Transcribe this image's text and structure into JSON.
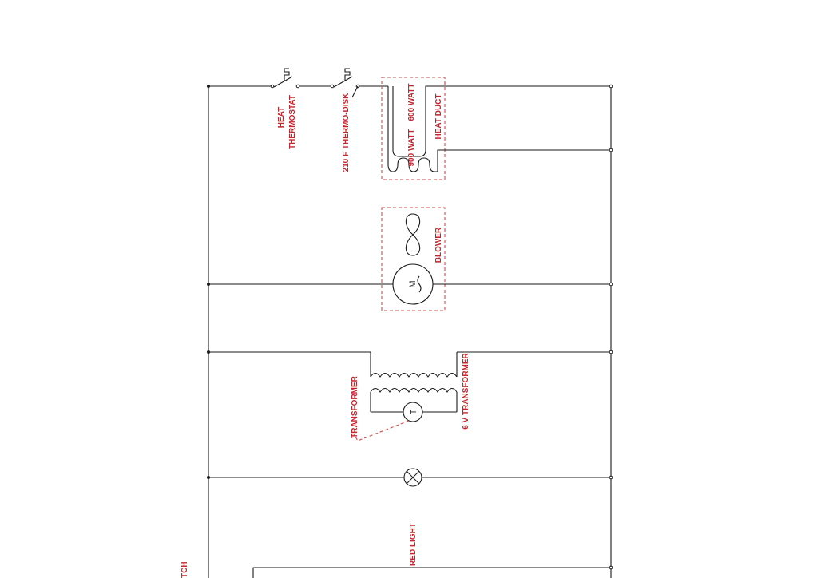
{
  "labels": {
    "heat_thermostat_line1": "HEAT",
    "heat_thermostat_line2": "THERMOSTAT",
    "thermo_disk": "210 F THERMO-DISK",
    "watt_600": "600 WATT",
    "watt_900": "900 WATT",
    "heat_duct": "HEAT DUCT",
    "blower": "BLOWER",
    "motor_symbol": "M",
    "transformer": "TRANSFORMER",
    "transformer_6v": "6 V TRANSFORMER",
    "thermal_symbol": "T",
    "red_light": "RED LIGHT",
    "switch_partial": "TCH"
  },
  "colors": {
    "wire": "#1a1a1a",
    "label_red": "#c8252c",
    "dashed_box": "#d44a4a",
    "background": "#ffffff"
  }
}
